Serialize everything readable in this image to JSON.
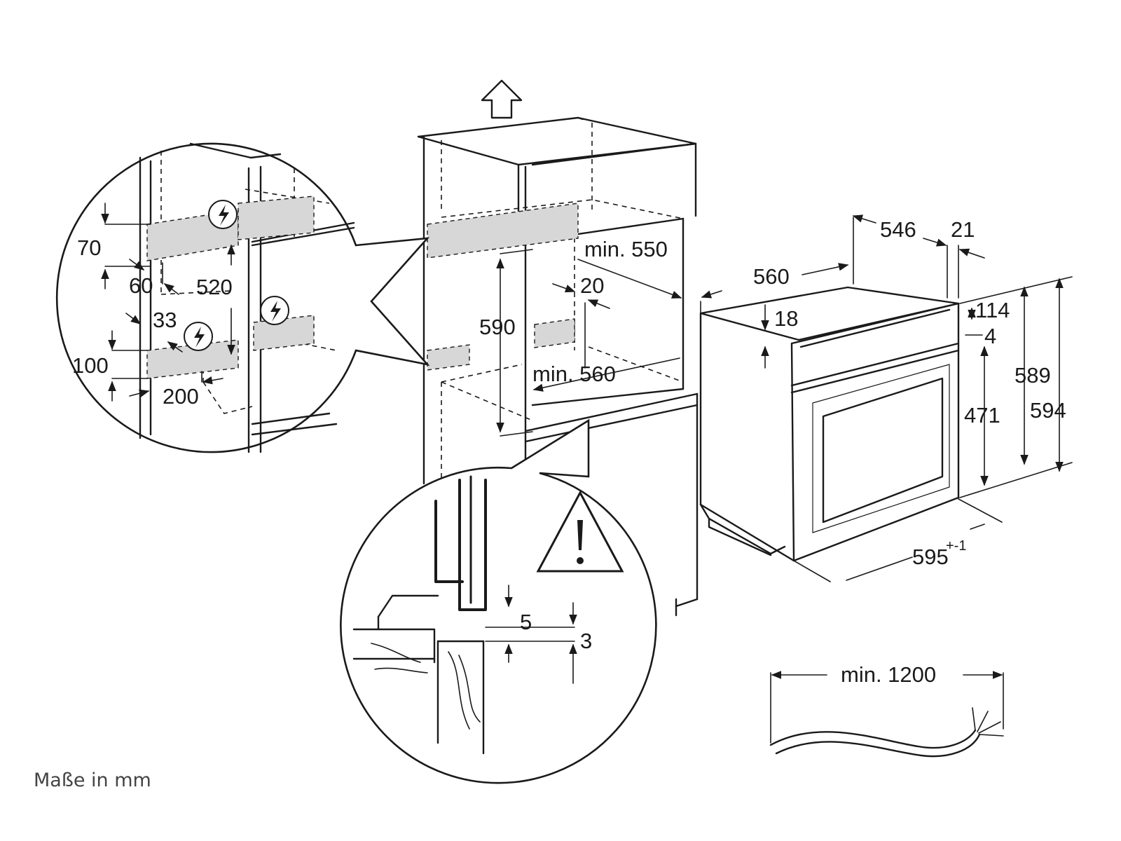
{
  "note": "Maße in mm",
  "cabinet": {
    "width_min": "min. 560",
    "depth_min": "min. 550",
    "height": "590",
    "gap": "20"
  },
  "oven": {
    "width": "560",
    "depth": "546",
    "front_depth": "21",
    "front_width": "595",
    "front_width_tolerance": "+-1",
    "top_offset": "114",
    "top_gap": "4",
    "panel_thickness": "18",
    "door_height": "471",
    "height_body": "589",
    "height_total": "594"
  },
  "electrical_detail": {
    "top_box_height": "70",
    "top_box_offset": "60",
    "zone_height": "520",
    "lower_offset": "33",
    "lower_box_height": "100",
    "lower_box_width": "200"
  },
  "mounting_detail": {
    "gap_top": "5",
    "gap_bottom": "3"
  },
  "cable": {
    "length": "min. 1200"
  },
  "colors": {
    "line": "#1a1a1a",
    "shade": "#d7d7d7",
    "note": "#444444"
  },
  "icons": [
    "voltage-warning-icon",
    "warning-triangle-icon",
    "up-arrow-icon"
  ]
}
